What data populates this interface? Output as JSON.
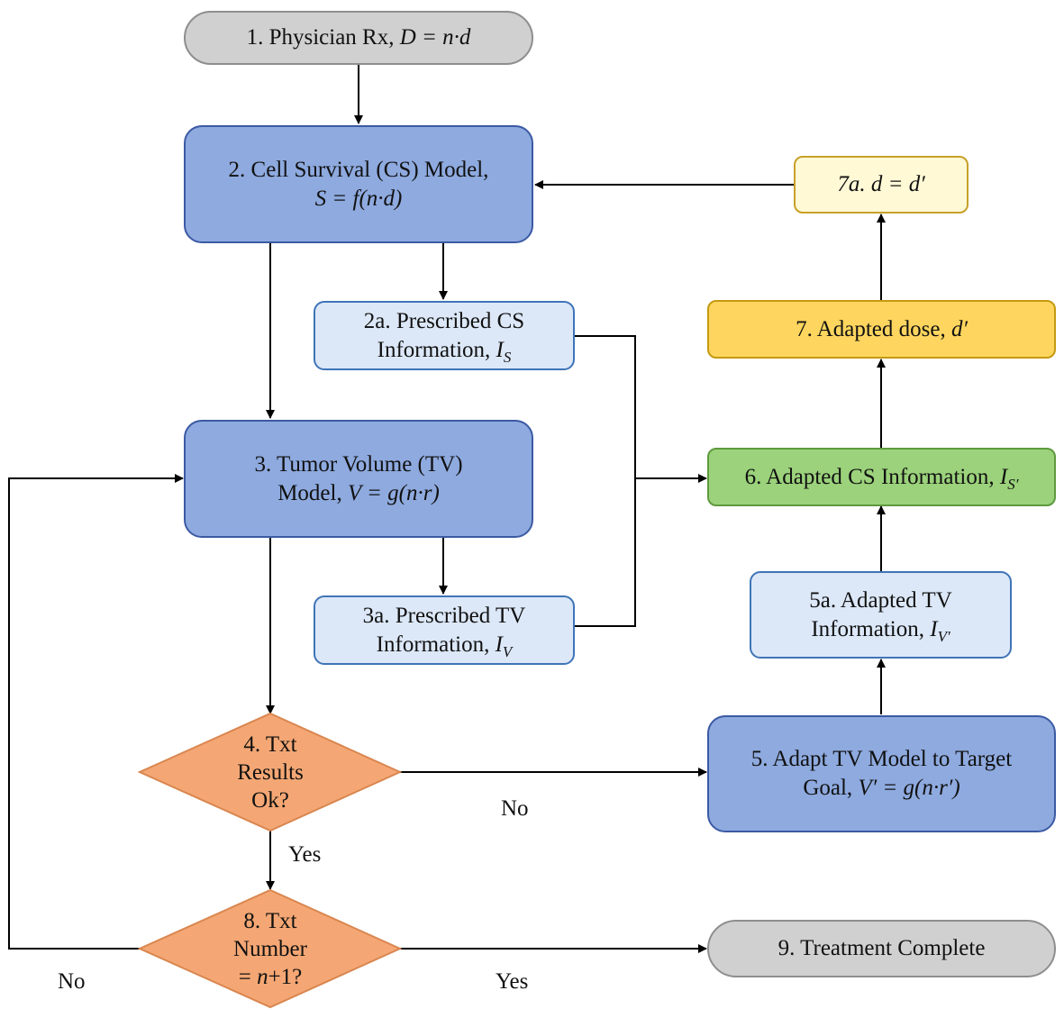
{
  "nodes": {
    "n1": {
      "text": "1. Physician Rx, ",
      "math": "D = n·d"
    },
    "n2": {
      "line1": "2. Cell Survival (CS) Model,",
      "math": "S = f(n·d)"
    },
    "n2a": {
      "line1": "2a. Prescribed CS",
      "line2": "Information, ",
      "math": "I",
      "sub": "S"
    },
    "n3": {
      "line1": "3. Tumor Volume (TV)",
      "line2": "Model, ",
      "math": "V = g(n·r)"
    },
    "n3a": {
      "line1": "3a. Prescribed TV",
      "line2": "Information, ",
      "math": "I",
      "sub": "V"
    },
    "n4": {
      "line1": "4. Txt",
      "line2": "Results",
      "line3": "Ok?"
    },
    "n5": {
      "line1": "5. Adapt TV Model to Target",
      "line2": "Goal, ",
      "math": "V′ = g(n·r′)"
    },
    "n5a": {
      "line1": "5a. Adapted TV",
      "line2": "Information, ",
      "math": "I",
      "sub": "V′"
    },
    "n6": {
      "text": "6. Adapted CS Information, ",
      "math": "I",
      "sub": "S′"
    },
    "n7": {
      "text": "7. Adapted dose, ",
      "math": "d′"
    },
    "n7a": {
      "math": "7a. d = d′"
    },
    "n8": {
      "line1": "8. Txt",
      "line2": "Number",
      "line3a": "= ",
      "line3m": "n",
      "line3b": "+1?"
    },
    "n9": {
      "text": "9. Treatment Complete"
    }
  },
  "edge_labels": {
    "n4_no": "No",
    "n4_yes": "Yes",
    "n8_no": "No",
    "n8_yes": "Yes"
  },
  "colors": {
    "terminal": "#d0d0d0",
    "model": "#8eaadf",
    "info": "#dce8f8",
    "decision": "#f4a774",
    "adapted_dose": "#fed65f",
    "new_dose": "#fff9d6",
    "adapted_cs": "#9bd27b"
  }
}
